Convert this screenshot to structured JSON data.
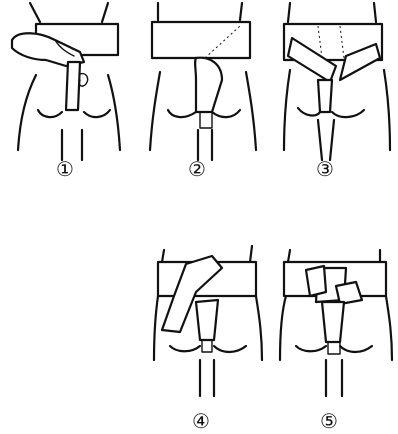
{
  "steps": [
    {
      "label": "①"
    },
    {
      "label": "②"
    },
    {
      "label": "③"
    },
    {
      "label": "④"
    },
    {
      "label": "⑤"
    }
  ],
  "icons": [
    "belt-tying-step-1",
    "belt-tying-step-2",
    "belt-tying-step-3",
    "belt-tying-step-4",
    "belt-tying-step-5"
  ]
}
